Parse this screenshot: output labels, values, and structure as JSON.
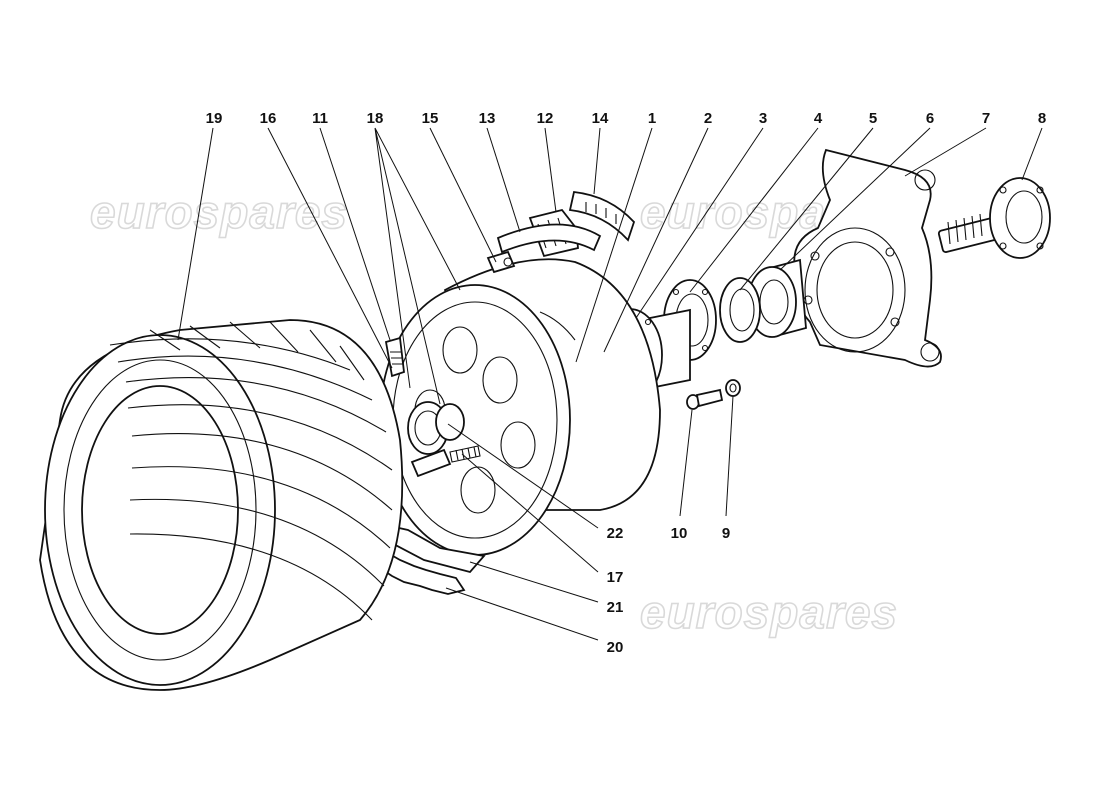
{
  "watermark": "eurospares",
  "labels": [
    "1",
    "2",
    "3",
    "4",
    "5",
    "6",
    "7",
    "8",
    "9",
    "10",
    "11",
    "12",
    "13",
    "14",
    "15",
    "16",
    "17",
    "18",
    "19",
    "20",
    "21",
    "22"
  ],
  "colors": {
    "line": "#111111",
    "watermark": "#d9d9d9",
    "background": "#ffffff"
  }
}
